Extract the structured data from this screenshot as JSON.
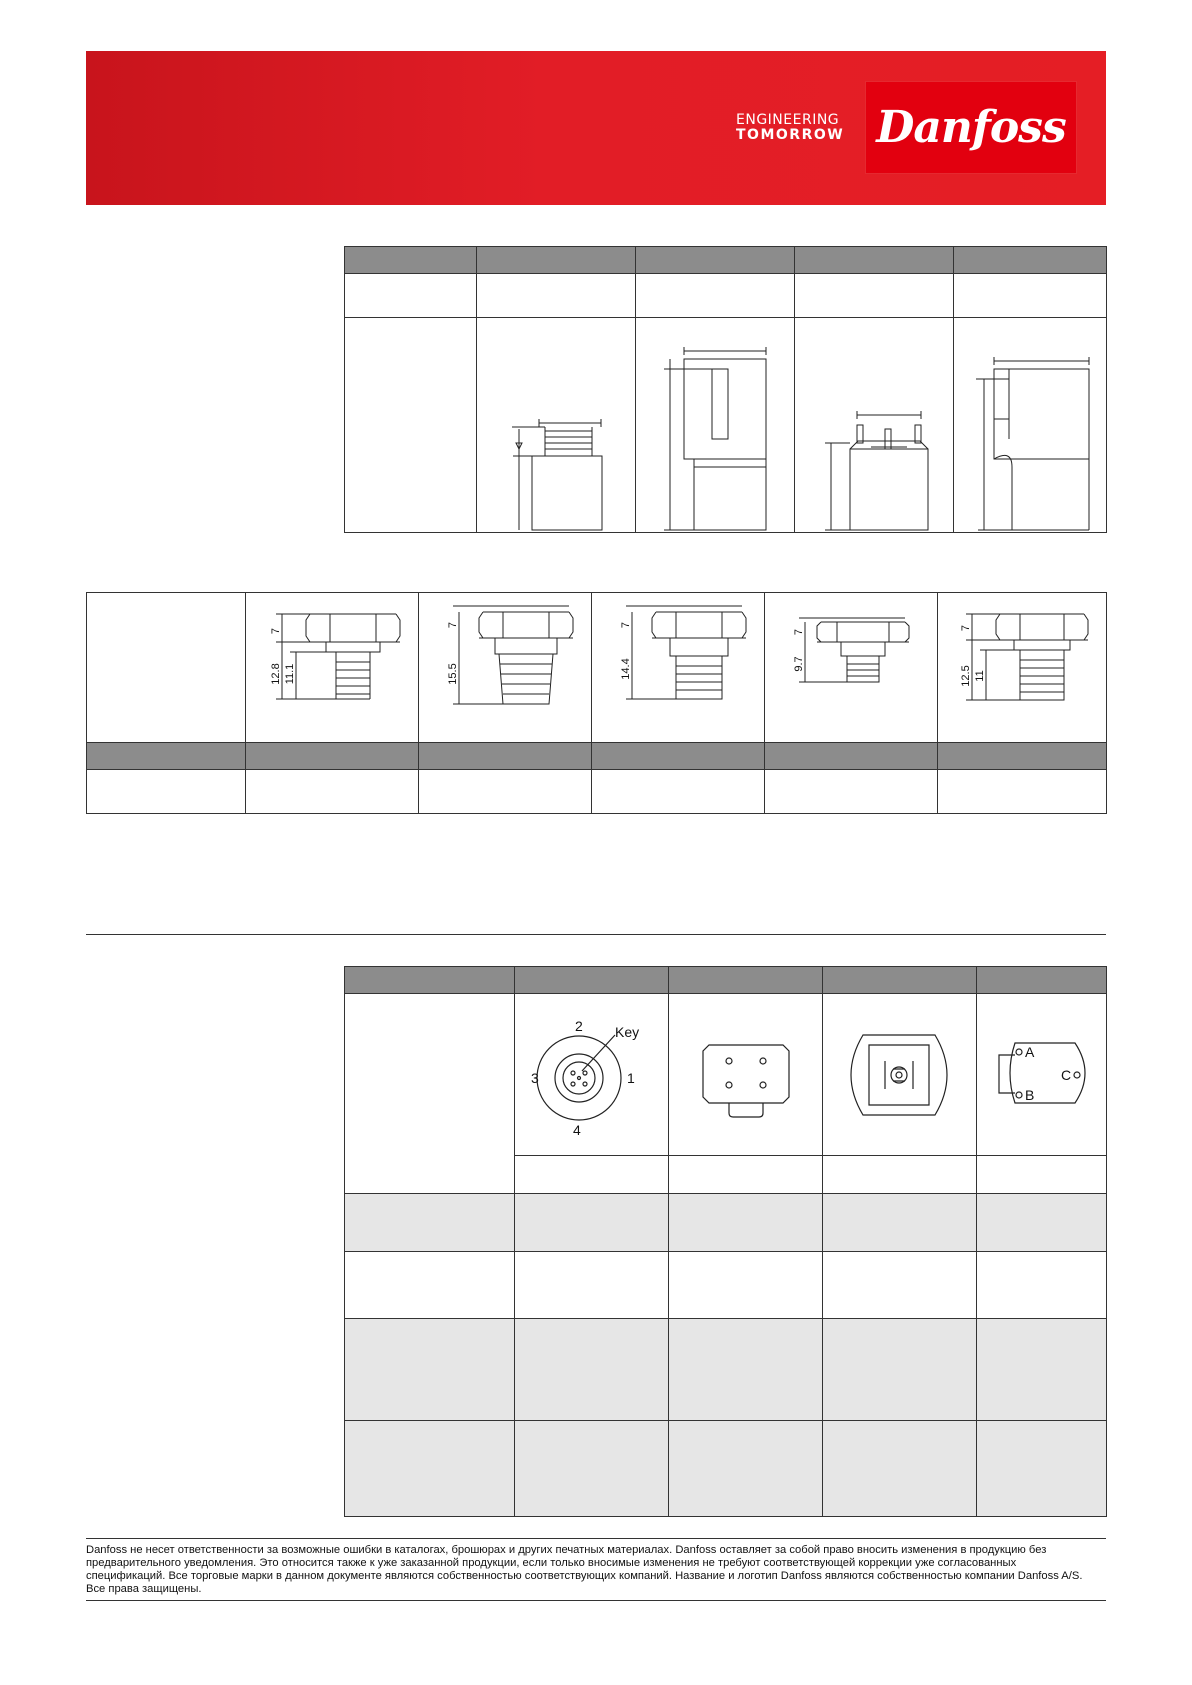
{
  "brand": {
    "tagline_line1": "ENGINEERING",
    "tagline_line2": "TOMORROW",
    "logo_text": "Danfoss"
  },
  "thread_dims": {
    "d1": {
      "a": "7",
      "b": "12.8",
      "c": "11.1"
    },
    "d2": {
      "a": "7",
      "b": "15.5"
    },
    "d3": {
      "a": "7",
      "b": "14.4"
    },
    "d4": {
      "a": "7",
      "b": "9.7"
    },
    "d5": {
      "a": "7",
      "b": "12.5",
      "c": "11"
    }
  },
  "pin_labels": {
    "m12": {
      "p1": "1",
      "p2": "2",
      "p3": "3",
      "p4": "4",
      "key": "Key"
    },
    "packard": {
      "a": "A",
      "b": "B",
      "c": "C"
    }
  },
  "disclaimer": {
    "line1": "Danfoss не несет ответственности за возможные ошибки в каталогах, брошюрах и других печатных материалах. Danfoss оставляет за собой право вносить изменения в продукцию без",
    "line2": "предварительного уведомления. Это относится также к уже заказанной продукции, если только вносимые изменения не требуют соответствующей коррекции уже согласованных",
    "line3": "спецификаций. Все торговые марки в данном документе являются собственностью соответствующих компаний. Название и логотип Danfoss являются собственностью компании Danfoss A/S.",
    "line4": "Все права защищены."
  }
}
